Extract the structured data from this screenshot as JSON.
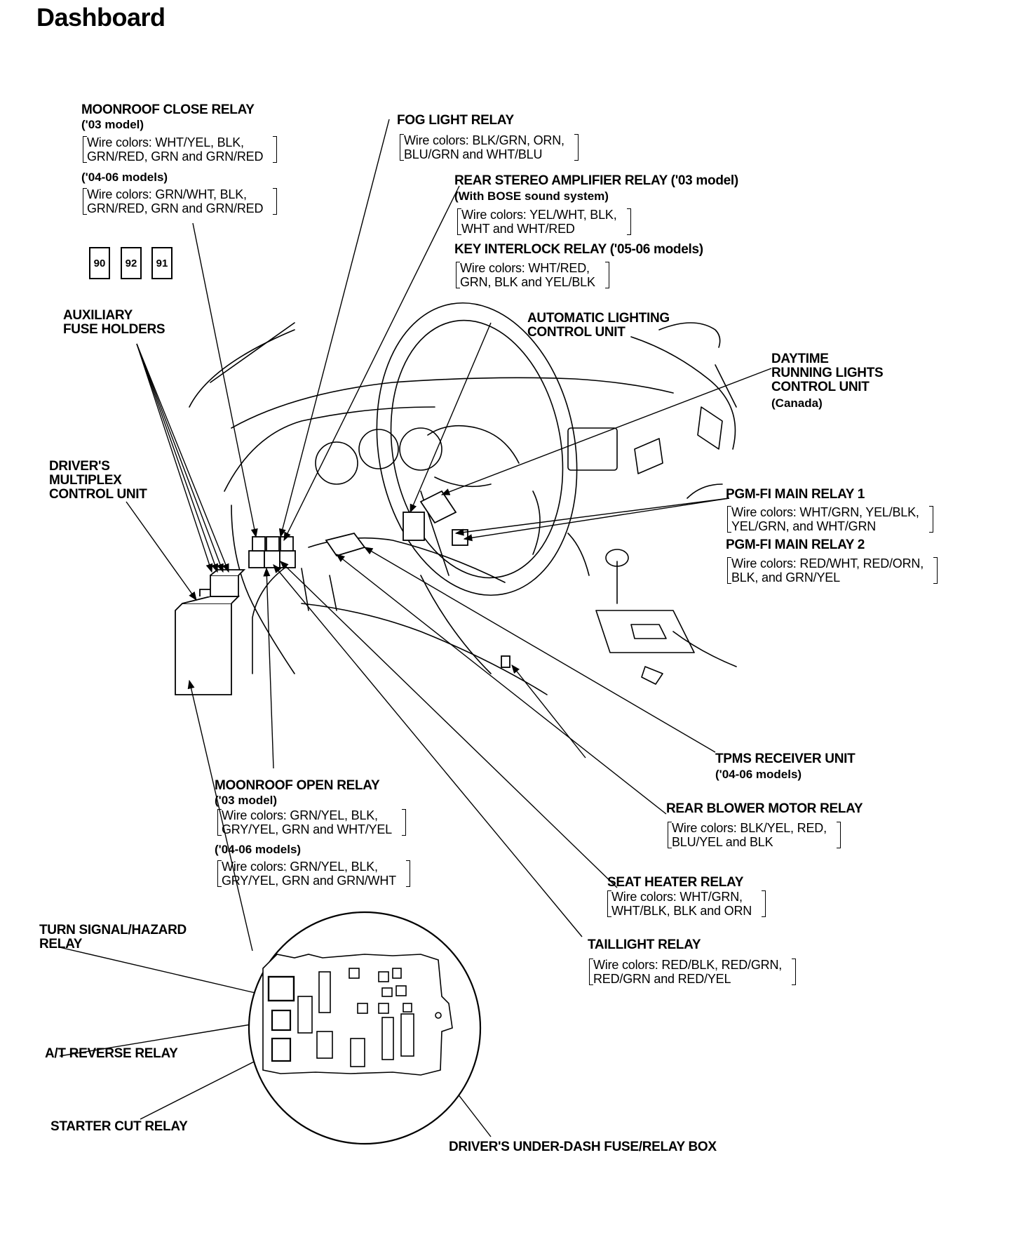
{
  "title": "Dashboard",
  "fuse_numbers": [
    "90",
    "92",
    "91"
  ],
  "labels": {
    "moonroof_close": {
      "name": "MOONROOF CLOSE RELAY",
      "sub1": "('03 model)",
      "wire1": [
        "Wire colors: WHT/YEL, BLK,",
        "GRN/RED, GRN and GRN/RED"
      ],
      "sub2": "('04-06 models)",
      "wire2": [
        "Wire colors: GRN/WHT, BLK,",
        "GRN/RED, GRN and GRN/RED"
      ]
    },
    "fog_light": {
      "name": "FOG LIGHT RELAY",
      "wire": [
        "Wire colors: BLK/GRN, ORN,",
        "BLU/GRN and WHT/BLU"
      ]
    },
    "rear_stereo": {
      "name": "REAR STEREO AMPLIFIER RELAY ('03 model)",
      "sub": "(With BOSE sound system)",
      "wire": [
        "Wire colors: YEL/WHT, BLK,",
        "WHT and WHT/RED"
      ]
    },
    "key_interlock": {
      "name": "KEY INTERLOCK RELAY ('05-06 models)",
      "wire": [
        "Wire colors: WHT/RED,",
        "GRN, BLK and YEL/BLK"
      ]
    },
    "aux_fuse": {
      "lines": [
        "AUXILIARY",
        "FUSE HOLDERS"
      ]
    },
    "auto_lighting": {
      "lines": [
        "AUTOMATIC LIGHTING",
        "CONTROL UNIT"
      ]
    },
    "daytime": {
      "lines": [
        "DAYTIME",
        "RUNNING LIGHTS",
        "CONTROL UNIT"
      ],
      "sub": "(Canada)"
    },
    "drivers_multiplex": {
      "lines": [
        "DRIVER'S",
        "MULTIPLEX",
        "CONTROL UNIT"
      ]
    },
    "pgm_fi_1": {
      "name": "PGM-FI MAIN RELAY 1",
      "wire": [
        "Wire colors: WHT/GRN, YEL/BLK,",
        "YEL/GRN, and WHT/GRN"
      ]
    },
    "pgm_fi_2": {
      "name": "PGM-FI MAIN RELAY 2",
      "wire": [
        "Wire colors: RED/WHT, RED/ORN,",
        "BLK, and GRN/YEL"
      ]
    },
    "tpms": {
      "name": "TPMS RECEIVER UNIT",
      "sub": "('04-06 models)"
    },
    "moonroof_open": {
      "name": "MOONROOF OPEN RELAY",
      "sub1": "('03 model)",
      "wire1": [
        "Wire colors: GRN/YEL, BLK,",
        "GRY/YEL, GRN and WHT/YEL"
      ],
      "sub2": "('04-06 models)",
      "wire2": [
        "Wire colors: GRN/YEL, BLK,",
        "GRY/YEL, GRN and GRN/WHT"
      ]
    },
    "rear_blower": {
      "name": "REAR BLOWER MOTOR RELAY",
      "wire": [
        "Wire colors: BLK/YEL, RED,",
        "BLU/YEL and BLK"
      ]
    },
    "seat_heater": {
      "name": "SEAT HEATER RELAY",
      "wire": [
        "Wire colors: WHT/GRN,",
        "WHT/BLK, BLK and ORN"
      ]
    },
    "taillight": {
      "name": "TAILLIGHT RELAY",
      "wire": [
        "Wire colors: RED/BLK, RED/GRN,",
        "RED/GRN and RED/YEL"
      ]
    },
    "turn_signal": {
      "lines": [
        "TURN SIGNAL/HAZARD",
        "RELAY"
      ]
    },
    "at_reverse": {
      "name": "A/T REVERSE RELAY"
    },
    "starter_cut": {
      "name": "STARTER CUT RELAY"
    },
    "under_dash": {
      "name": "DRIVER'S UNDER-DASH FUSE/RELAY BOX"
    }
  }
}
